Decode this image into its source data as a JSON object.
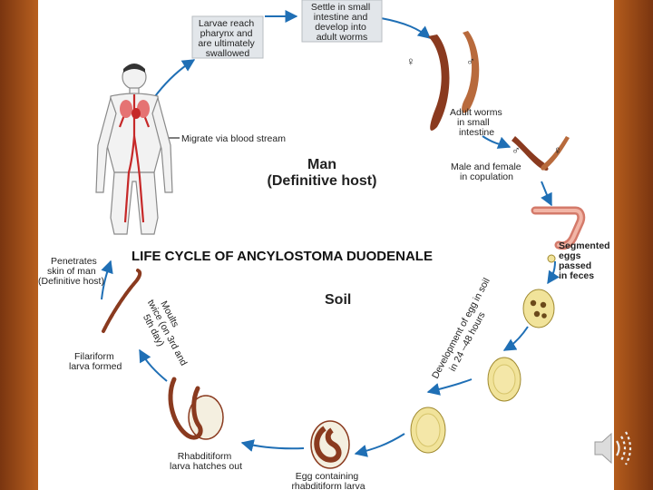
{
  "title": "LIFE CYCLE OF ANCYLOSTOMA DUODENALE",
  "host": {
    "line1": "Man",
    "line2": "(Definitive host)"
  },
  "soil": "Soil",
  "labels": {
    "larvae_reach_1": "Larvae reach",
    "larvae_reach_2": "pharynx and",
    "larvae_reach_3": "are ultimately",
    "larvae_reach_4": "swallowed",
    "settle_1": "Settle in small",
    "settle_2": "intestine  and",
    "settle_3": "develop into",
    "settle_4": "adult worms",
    "migrate": "Migrate via blood stream",
    "adult_1": "Adult worms",
    "adult_2": "in small",
    "adult_3": "intestine",
    "male_female_1": "Male and female",
    "male_female_2": "in copulation",
    "segmented_1": "Segmented",
    "segmented_2": "eggs",
    "segmented_3": "passed",
    "segmented_4": "in feces",
    "development_1": "Development of egg in soil",
    "development_2": "in 24 –48 hours",
    "egg_containing_1": "Egg containing",
    "egg_containing_2": "rhabditiform larva",
    "rhabditiform_1": "Rhabditiform",
    "rhabditiform_2": "larva hatches out",
    "moults_1": "Moults",
    "moults_2": "twice (on 3rd and",
    "moults_3": "5th day)",
    "filariform_1": "Filariform",
    "filariform_2": "larva formed",
    "penetrates_1": "Penetrates",
    "penetrates_2": "skin of man",
    "penetrates_3": "(Definitive host)"
  },
  "symbols": {
    "female": "♀",
    "male": "♂"
  },
  "icons": [
    "speaker-icon"
  ],
  "colors": {
    "arrow": "#1f6fb5",
    "worm": "#8a3a1f",
    "worm_light": "#d9a27a",
    "egg_fill": "#f1e39a",
    "label_box": "#e2e6ea",
    "blood": "#c62828"
  }
}
